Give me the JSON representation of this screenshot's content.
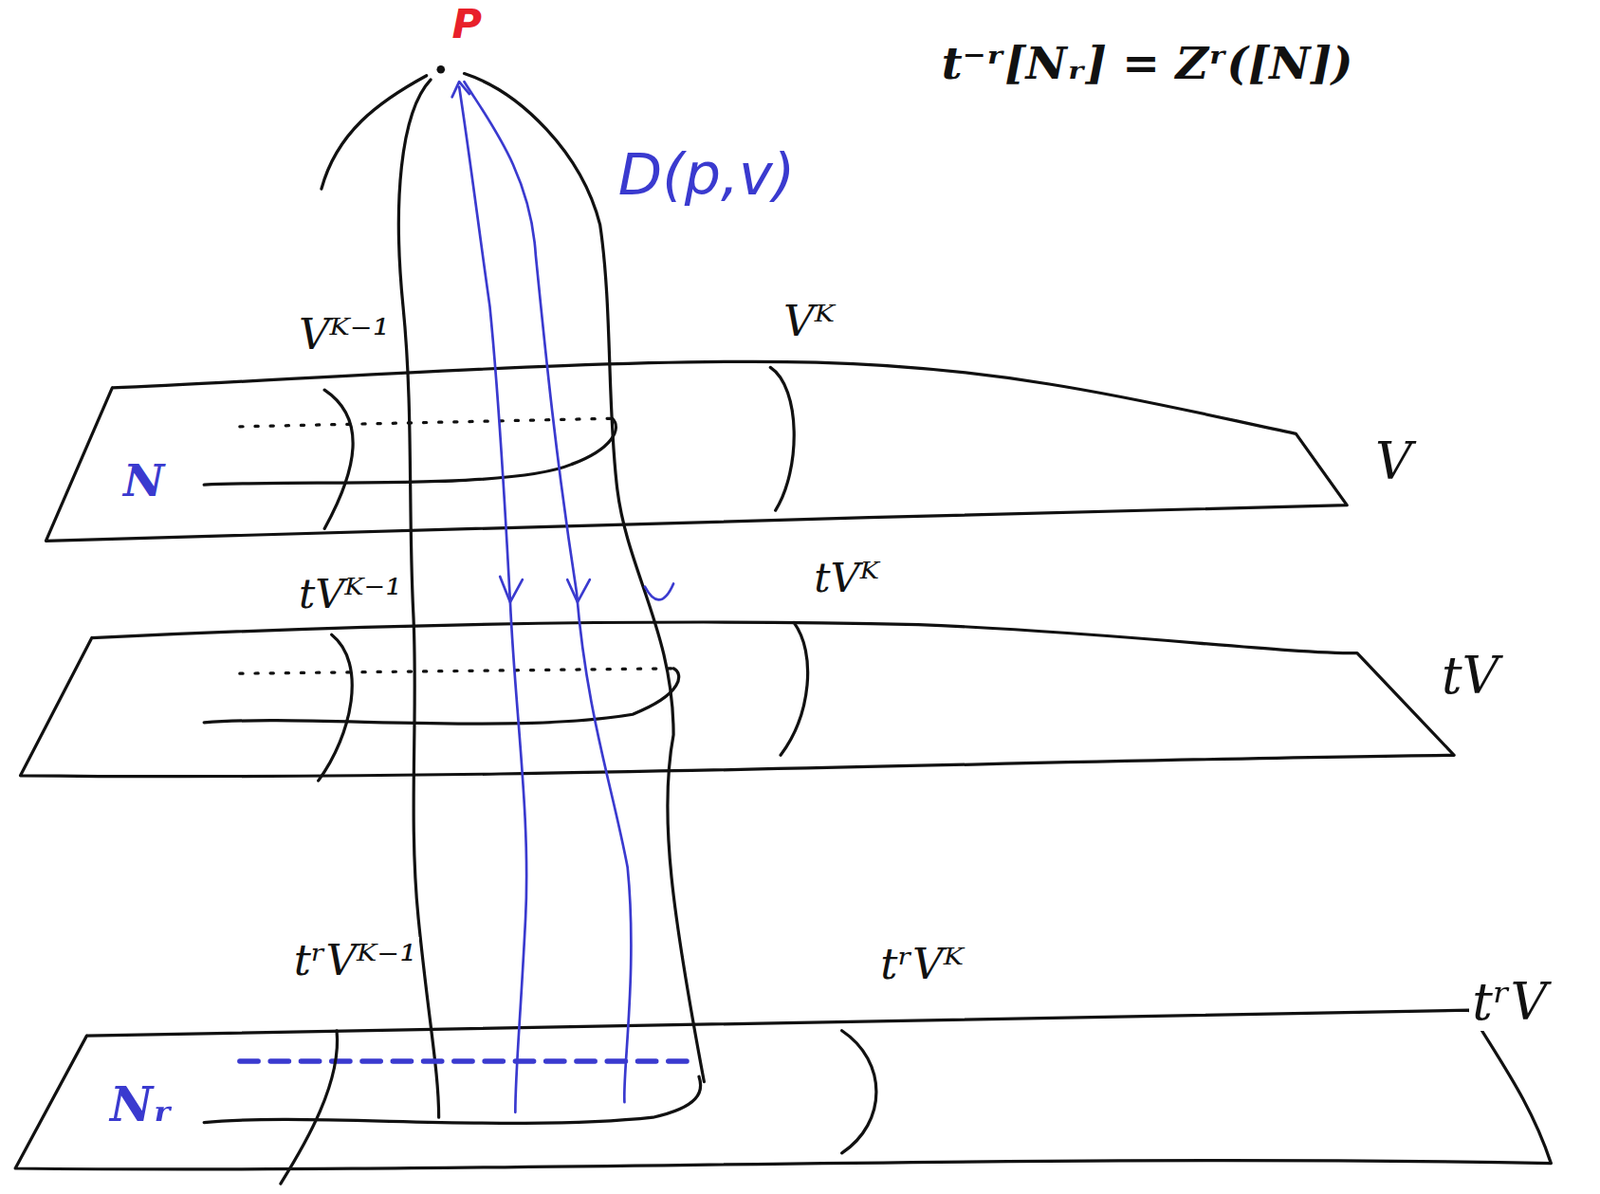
{
  "diagram": {
    "labels": [
      "P",
      "t⁻ʳ[Nᵣ] = Zʳ([N])",
      "D(p,v)",
      "Vᴷ⁻¹",
      "Vᴷ",
      "N",
      "V",
      "tVᴷ⁻¹",
      "tVᴷ",
      "tV",
      "tʳVᴷ⁻¹",
      "tʳVᴷ",
      "tʳV",
      "Nᵣ"
    ]
  }
}
